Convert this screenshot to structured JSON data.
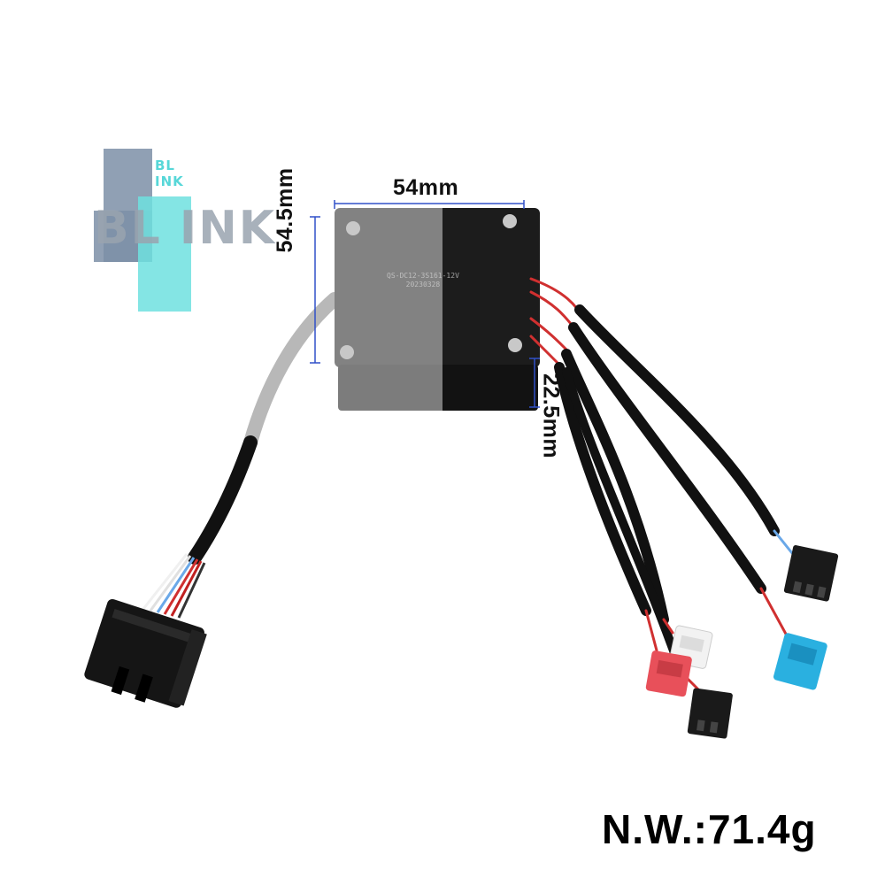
{
  "logo": {
    "text": "BL INK",
    "small_text_line1": "BL",
    "small_text_line2": "INK"
  },
  "dimensions": {
    "width": "54mm",
    "height": "54.5mm",
    "depth": "22.5mm"
  },
  "weight": "N.W.:71.4g",
  "module_label": {
    "line1": "QS-DC12-3S161-12V",
    "line2": "20230328"
  },
  "colors": {
    "module_body": "#1c1c1c",
    "logo_blue": "#7d8fa7",
    "logo_cyan": "#6fe0df",
    "connector_red": "#e8505a",
    "connector_blue": "#2ab0e0",
    "connector_white": "#f2f2f2",
    "dimension_line": "#3050c8"
  }
}
